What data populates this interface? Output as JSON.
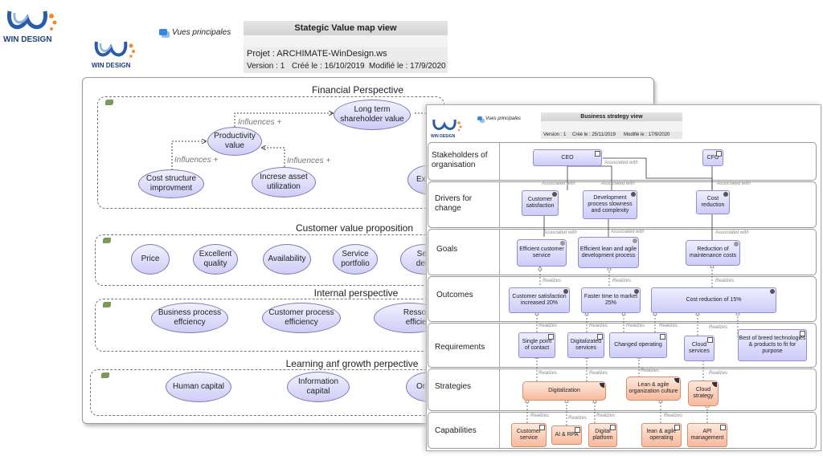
{
  "logos": {
    "brand": "WIN DESIGN"
  },
  "left_header": {
    "views_link": "Vues principales",
    "title": "Stategic Value map view",
    "project": "Projet : ARCHIMATE-WinDesign.ws",
    "version": "Version : 1",
    "created": "Créé le : 16/10/2019",
    "modified": "Modifié le : 17/9/2020"
  },
  "right_header": {
    "views_link": "Vues principales",
    "title": "Business strategy view",
    "version": "Version : 1",
    "created": "Créé le : 25/11/2019",
    "modified": "Modifié le : 17/9/2020"
  },
  "left_diagram": {
    "financial": {
      "title": "Financial Perspective",
      "nodes": {
        "long_term": "Long term shareholder value",
        "productivity": "Productivity value",
        "cost_structure": "Cost structure improvment",
        "asset": "Increse asset utilization",
        "expand": "Exp op"
      },
      "relations": {
        "influences": "Influences +"
      }
    },
    "customer": {
      "title": "Customer value proposition",
      "nodes": [
        "Price",
        "Excellent quality",
        "Availability",
        "Service portfolio",
        "Servic deliver"
      ]
    },
    "internal": {
      "title": "Internal perspective",
      "nodes": [
        "Business process effciency",
        "Customer process efficiency",
        "Ressourc efficienc"
      ]
    },
    "learning": {
      "title": "Learning anf growth perpective",
      "nodes": [
        "Human capital",
        "Information capital",
        "Org"
      ]
    }
  },
  "right_diagram": {
    "lanes": [
      "Stakeholders of organisation",
      "Drivers for change",
      "Goals",
      "Outcomes",
      "Requirements",
      "Strategies",
      "Capabilities"
    ],
    "relations": {
      "associated": "Associated with",
      "realizes": "Realizes"
    },
    "nodes": {
      "ceo": "CEO",
      "cfo": "CFO",
      "customer_satisfaction": "Customer satisfaction",
      "dev_process": "Development process slowness and complexity",
      "cost_reduction": "Cost reduction",
      "efficient_cs": "Efficient customer service",
      "efficient_lean": "Efficient lean and agile development process",
      "maint_costs": "Reduction of maintenance costs",
      "cs_increased": "Customer satisfaction increased 20%",
      "faster_time": "Faster time to market  25%",
      "cost_red_15": "Cost reduction of 15%",
      "single_point": "Single point of contact",
      "digitalized": "Digitalizated services",
      "changed_op": "Changed operating",
      "cloud_services": "Cloud services",
      "best_breed": "Best of breed technologies & products to fit for purpose",
      "digitalization": "Digitalization",
      "lean_culture": "Lean & agile organization culture",
      "cloud_strategy": "Cloud strategy",
      "cap_customer": "Customer service",
      "cap_ai": "AI & RPA",
      "cap_digital": "Digital platform",
      "cap_lean": "lean & agile operating",
      "cap_api": "API management"
    }
  }
}
